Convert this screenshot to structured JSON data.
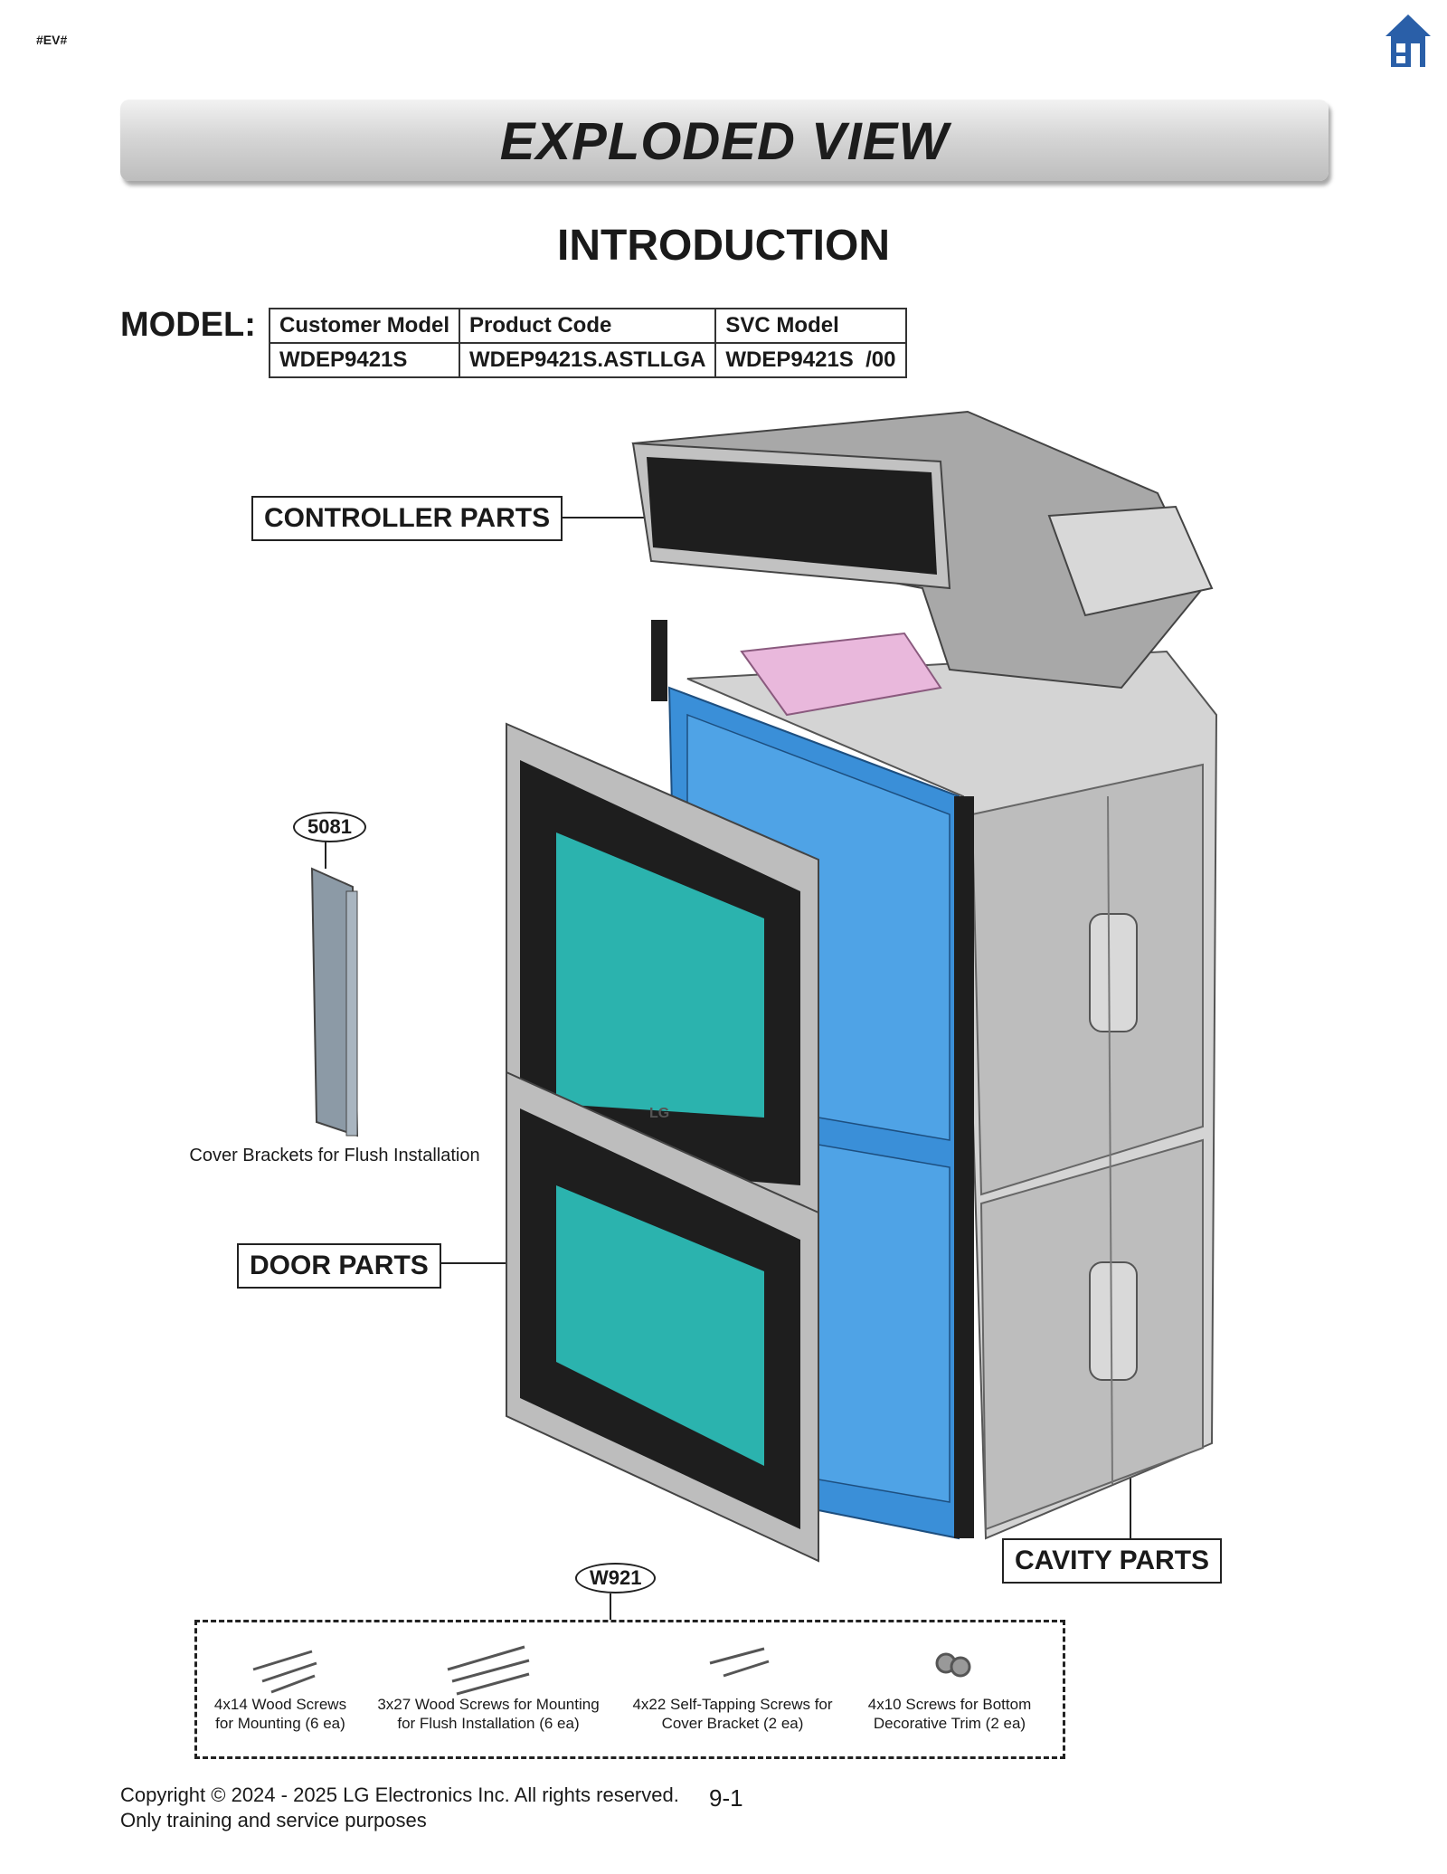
{
  "header": {
    "tag": "#EV#",
    "home_icon": "home-icon"
  },
  "banner": {
    "title": "EXPLODED VIEW"
  },
  "section": {
    "title": "INTRODUCTION"
  },
  "model": {
    "label": "MODEL:",
    "headers": [
      "Customer Model",
      "Product Code",
      "SVC Model"
    ],
    "values": [
      "WDEP9421S",
      "WDEP9421S.ASTLLGA",
      "WDEP9421S  /00"
    ]
  },
  "diagram": {
    "controller_parts": "CONTROLLER PARTS",
    "door_parts": "DOOR PARTS",
    "cavity_parts": "CAVITY PARTS",
    "part_5081": "5081",
    "part_5081_caption": "Cover Brackets for Flush Installation",
    "logo": "LG",
    "colors": {
      "glass": "#2bb3ae",
      "cavity": "#3a8fd8",
      "body": "#c8c8c8",
      "controller": "#9a9a9a"
    }
  },
  "kit": {
    "code": "W921",
    "items": [
      {
        "line1": "4x14 Wood Screws",
        "line2": "for Mounting (6 ea)"
      },
      {
        "line1": "3x27 Wood Screws for Mounting",
        "line2": "for Flush Installation (6 ea)"
      },
      {
        "line1": "4x22 Self-Tapping Screws for",
        "line2": "Cover Bracket (2 ea)"
      },
      {
        "line1": "4x10 Screws for Bottom",
        "line2": "Decorative Trim (2 ea)"
      }
    ]
  },
  "footer": {
    "copyright": "Copyright © 2024 - 2025 LG Electronics Inc. All rights reserved.",
    "notice": "Only training and service purposes",
    "page": "9-1"
  }
}
